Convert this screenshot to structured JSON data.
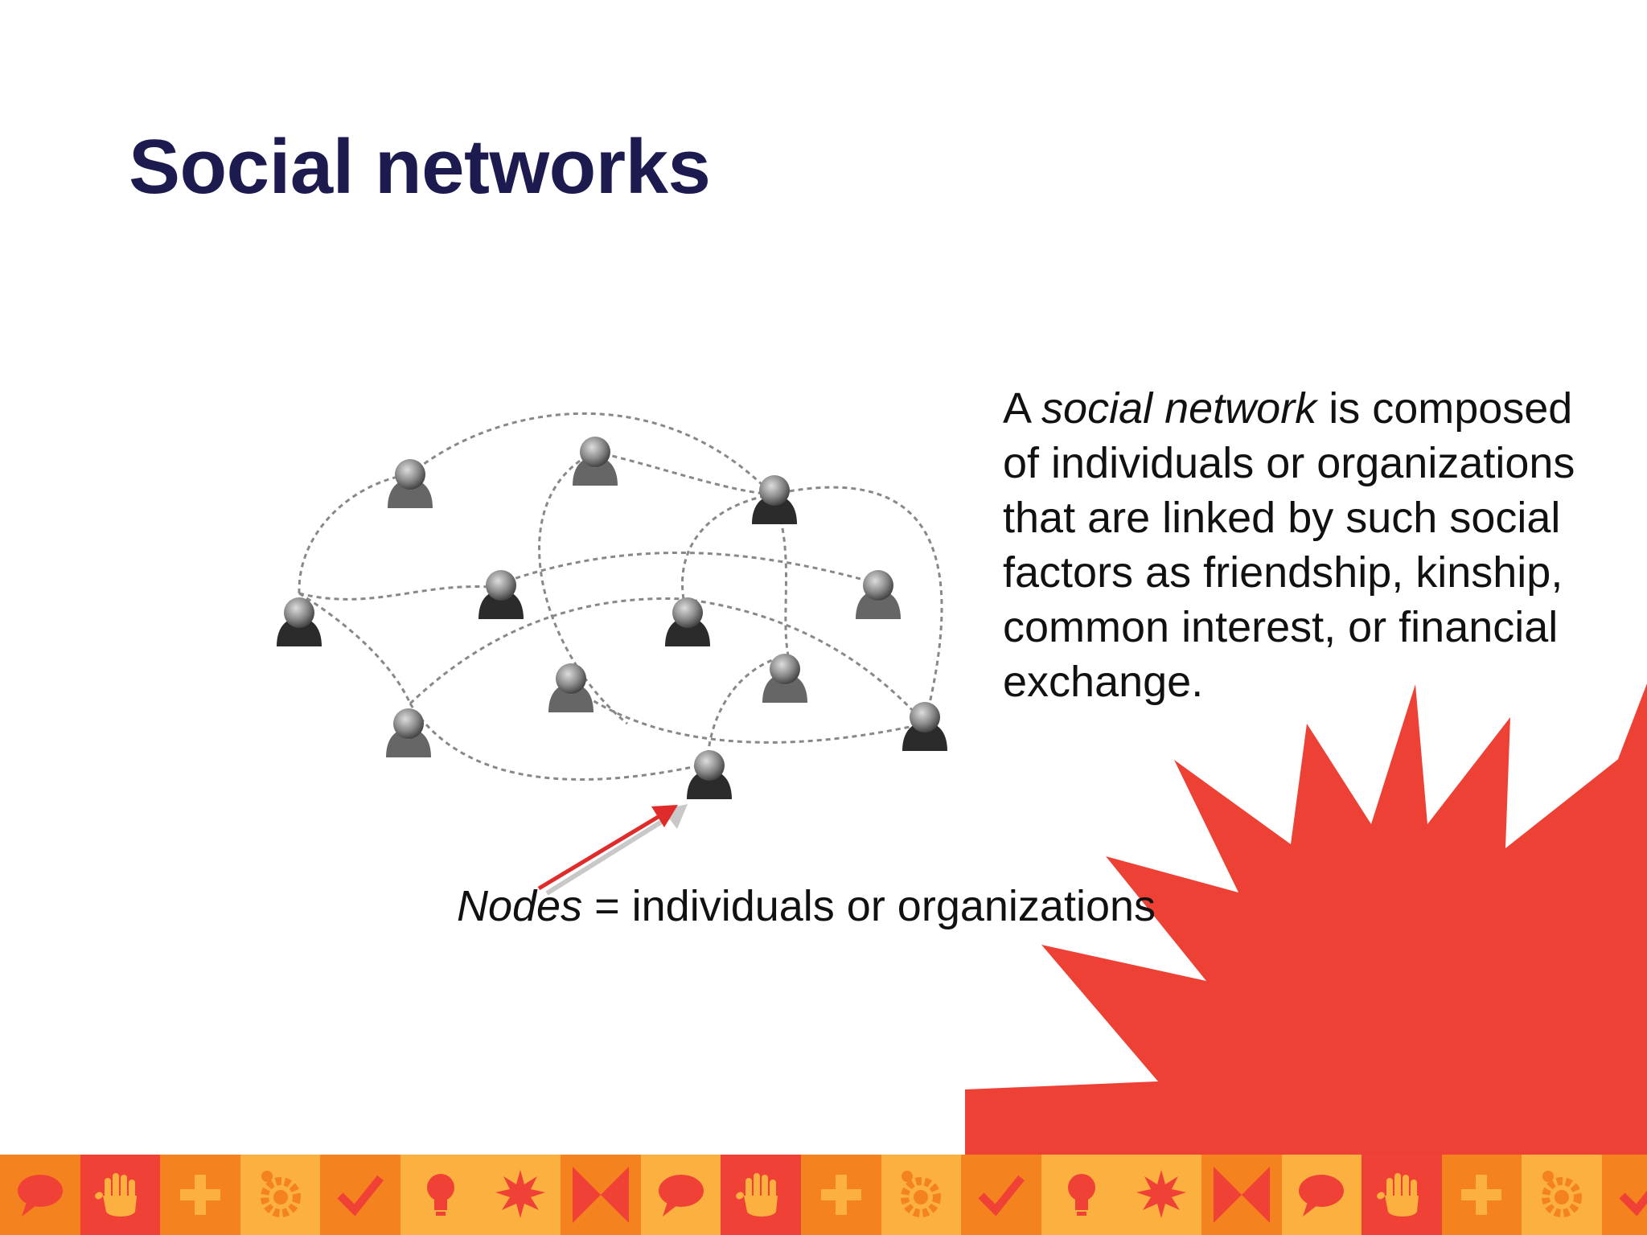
{
  "slide": {
    "title": "Social networks",
    "definition": {
      "prefix": "A ",
      "term": "social network",
      "suffix": " is composed of individuals or organizations that are linked by such social factors as friendship, kinship, common interest, or financial exchange."
    },
    "caption": {
      "term": "Nodes",
      "rest": " = individuals or organizations"
    }
  },
  "colors": {
    "title": "#1c1a4f",
    "sunburst": "#ee4136",
    "arrow": "#e02b2b",
    "edge": "#888888",
    "footer_orange": "#f4821f",
    "footer_yellow": "#fbb040",
    "footer_red": "#ef4136"
  },
  "footer": {
    "tiles": [
      {
        "icon": "speech-bubble-icon",
        "bg": "#f4821f",
        "fg": "#ef4136"
      },
      {
        "icon": "hand-icon",
        "bg": "#ef4136",
        "fg": "#fbb040"
      },
      {
        "icon": "plus-icon",
        "bg": "#f4821f",
        "fg": "#fbb040"
      },
      {
        "icon": "gear-icon",
        "bg": "#fbb040",
        "fg": "#f4821f"
      },
      {
        "icon": "check-icon",
        "bg": "#f4821f",
        "fg": "#ef4136"
      },
      {
        "icon": "lightbulb-icon",
        "bg": "#fbb040",
        "fg": "#ef4136"
      },
      {
        "icon": "burst-icon",
        "bg": "#fbb040",
        "fg": "#ef4136"
      },
      {
        "icon": "bowtie-icon",
        "bg": "#f4821f",
        "fg": "#ef4136"
      },
      {
        "icon": "speech-bubble-icon",
        "bg": "#fbb040",
        "fg": "#ef4136"
      },
      {
        "icon": "hand-icon",
        "bg": "#ef4136",
        "fg": "#fbb040"
      },
      {
        "icon": "plus-icon",
        "bg": "#f4821f",
        "fg": "#fbb040"
      },
      {
        "icon": "gear-icon",
        "bg": "#fbb040",
        "fg": "#f4821f"
      },
      {
        "icon": "check-icon",
        "bg": "#f4821f",
        "fg": "#ef4136"
      },
      {
        "icon": "lightbulb-icon",
        "bg": "#fbb040",
        "fg": "#ef4136"
      },
      {
        "icon": "burst-icon",
        "bg": "#fbb040",
        "fg": "#ef4136"
      },
      {
        "icon": "bowtie-icon",
        "bg": "#f4821f",
        "fg": "#ef4136"
      },
      {
        "icon": "speech-bubble-icon",
        "bg": "#fbb040",
        "fg": "#ef4136"
      },
      {
        "icon": "hand-icon",
        "bg": "#ef4136",
        "fg": "#fbb040"
      },
      {
        "icon": "plus-icon",
        "bg": "#f4821f",
        "fg": "#fbb040"
      },
      {
        "icon": "gear-icon",
        "bg": "#fbb040",
        "fg": "#f4821f"
      },
      {
        "icon": "check-icon",
        "bg": "#f4821f",
        "fg": "#ef4136"
      }
    ]
  }
}
